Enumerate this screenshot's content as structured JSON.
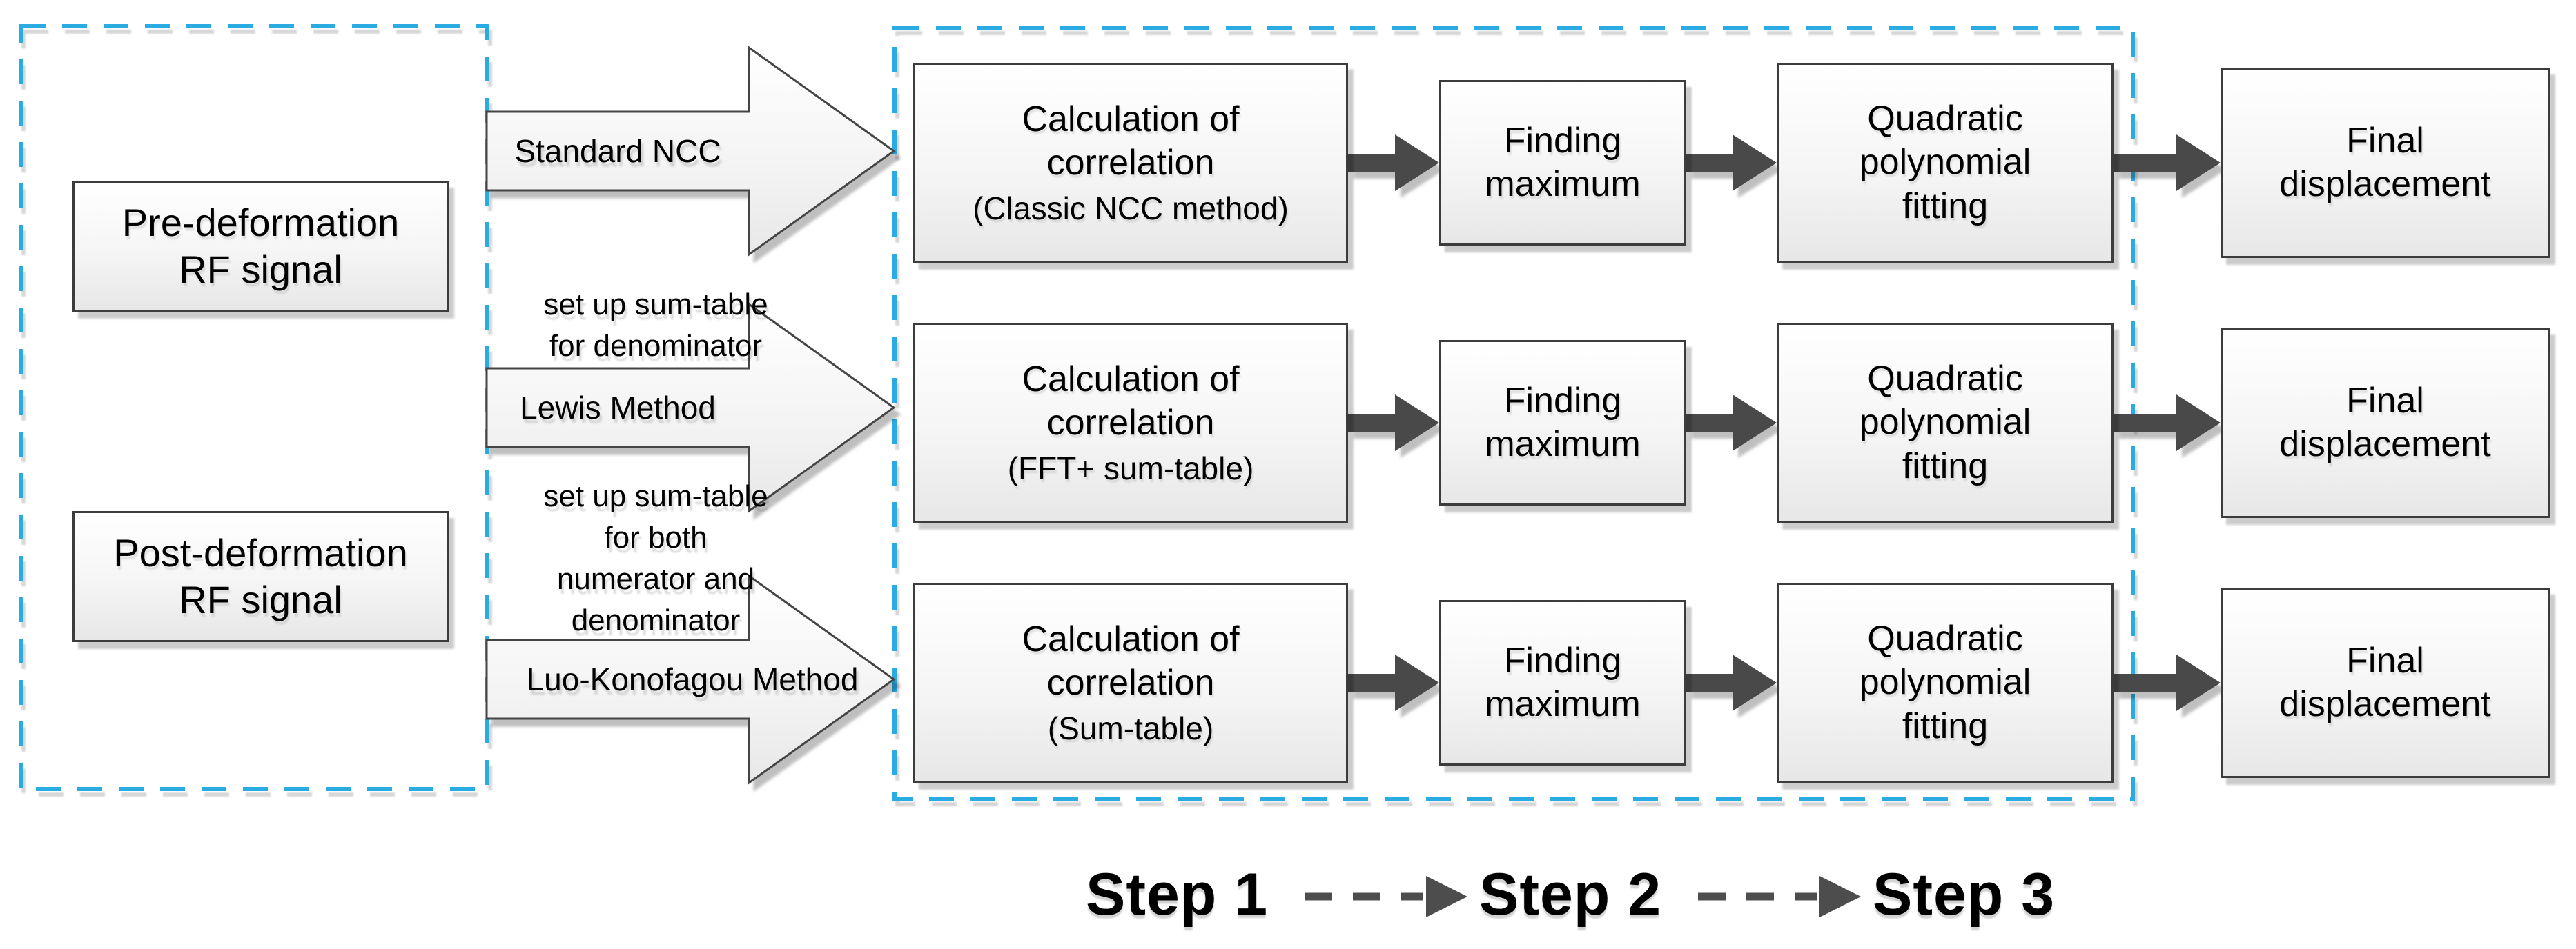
{
  "title": "NCC displacement estimation methods flowchart",
  "inputs": {
    "pre": {
      "line1": "Pre-deformation",
      "line2": "RF signal"
    },
    "post": {
      "line1": "Post-deformation",
      "line2": "RF signal"
    }
  },
  "methods": {
    "standard": {
      "label": "Standard NCC"
    },
    "lewis": {
      "label": "Lewis Method",
      "note_line1": "set up sum-table",
      "note_line2": "for denominator"
    },
    "luo": {
      "label": "Luo-Konofagou Method",
      "note_line1": "set up sum-table",
      "note_line2": "for both",
      "note_line3": "numerator and",
      "note_line4": "denominator"
    }
  },
  "rows": [
    {
      "calc_line1": "Calculation of",
      "calc_line2": "correlation",
      "calc_line3": "(Classic NCC method)",
      "finding_line1": "Finding",
      "finding_line2": "maximum",
      "fit_line1": "Quadratic",
      "fit_line2": "polynomial",
      "fit_line3": "fitting",
      "final_line1": "Final",
      "final_line2": "displacement"
    },
    {
      "calc_line1": "Calculation of",
      "calc_line2": "correlation",
      "calc_line3": "(FFT+ sum-table)",
      "finding_line1": "Finding",
      "finding_line2": "maximum",
      "fit_line1": "Quadratic",
      "fit_line2": "polynomial",
      "fit_line3": "fitting",
      "final_line1": "Final",
      "final_line2": "displacement"
    },
    {
      "calc_line1": "Calculation of",
      "calc_line2": "correlation",
      "calc_line3": "(Sum-table)",
      "finding_line1": "Finding",
      "finding_line2": "maximum",
      "fit_line1": "Quadratic",
      "fit_line2": "polynomial",
      "fit_line3": "fitting",
      "final_line1": "Final",
      "final_line2": "displacement"
    }
  ],
  "steps": {
    "step1": "Step 1",
    "step2": "Step 2",
    "step3": "Step 3"
  },
  "colors": {
    "dashed_border": "#29abe2",
    "box_border": "#3c3c3c",
    "flow_arrow": "#4a4a4a",
    "step_arrow": "#4d4d4d",
    "text": "#000000"
  }
}
